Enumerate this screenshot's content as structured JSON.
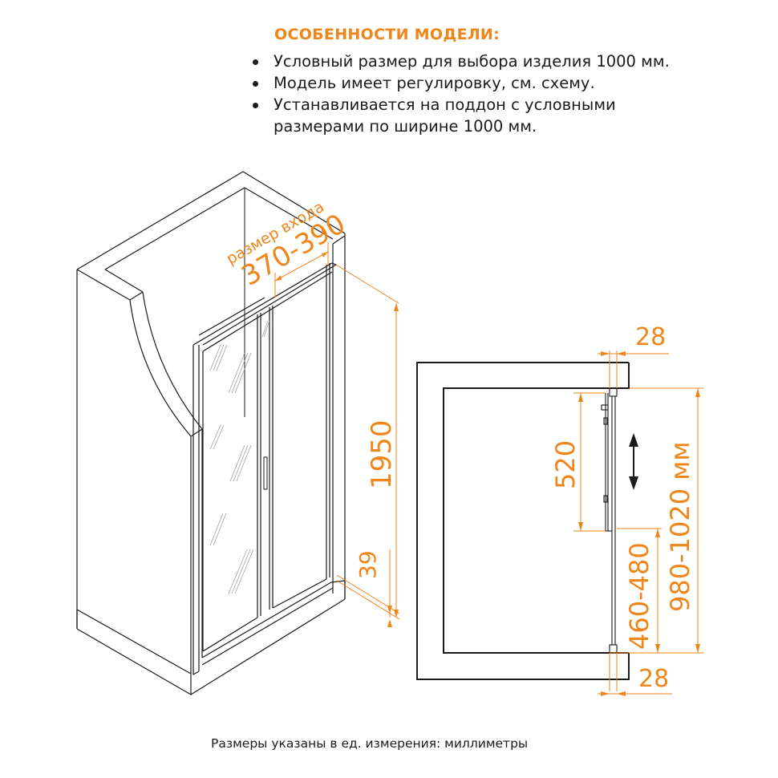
{
  "features": {
    "title": "ОСОБЕННОСТИ МОДЕЛИ:",
    "items": [
      "Условный размер для выбора изделия 1000 мм.",
      "Модель имеет регулировку, см. схему.",
      "Устанавливается на поддон с условными",
      "размерами по ширине 1000 мм."
    ]
  },
  "iso_view": {
    "entrance_label": "размер входа",
    "entrance_value": "370-390",
    "height_value": "1950",
    "tray_value": "39"
  },
  "plan_view": {
    "top_profile": "28",
    "bottom_profile": "28",
    "adjust_range": "520",
    "fixed_panel": "460-480",
    "total_width": "980-1020 мм"
  },
  "footer": {
    "note": "Размеры указаны в ед. измерения: миллиметры"
  },
  "colors": {
    "accent": "#f08519",
    "line": "#1a1a1a"
  }
}
